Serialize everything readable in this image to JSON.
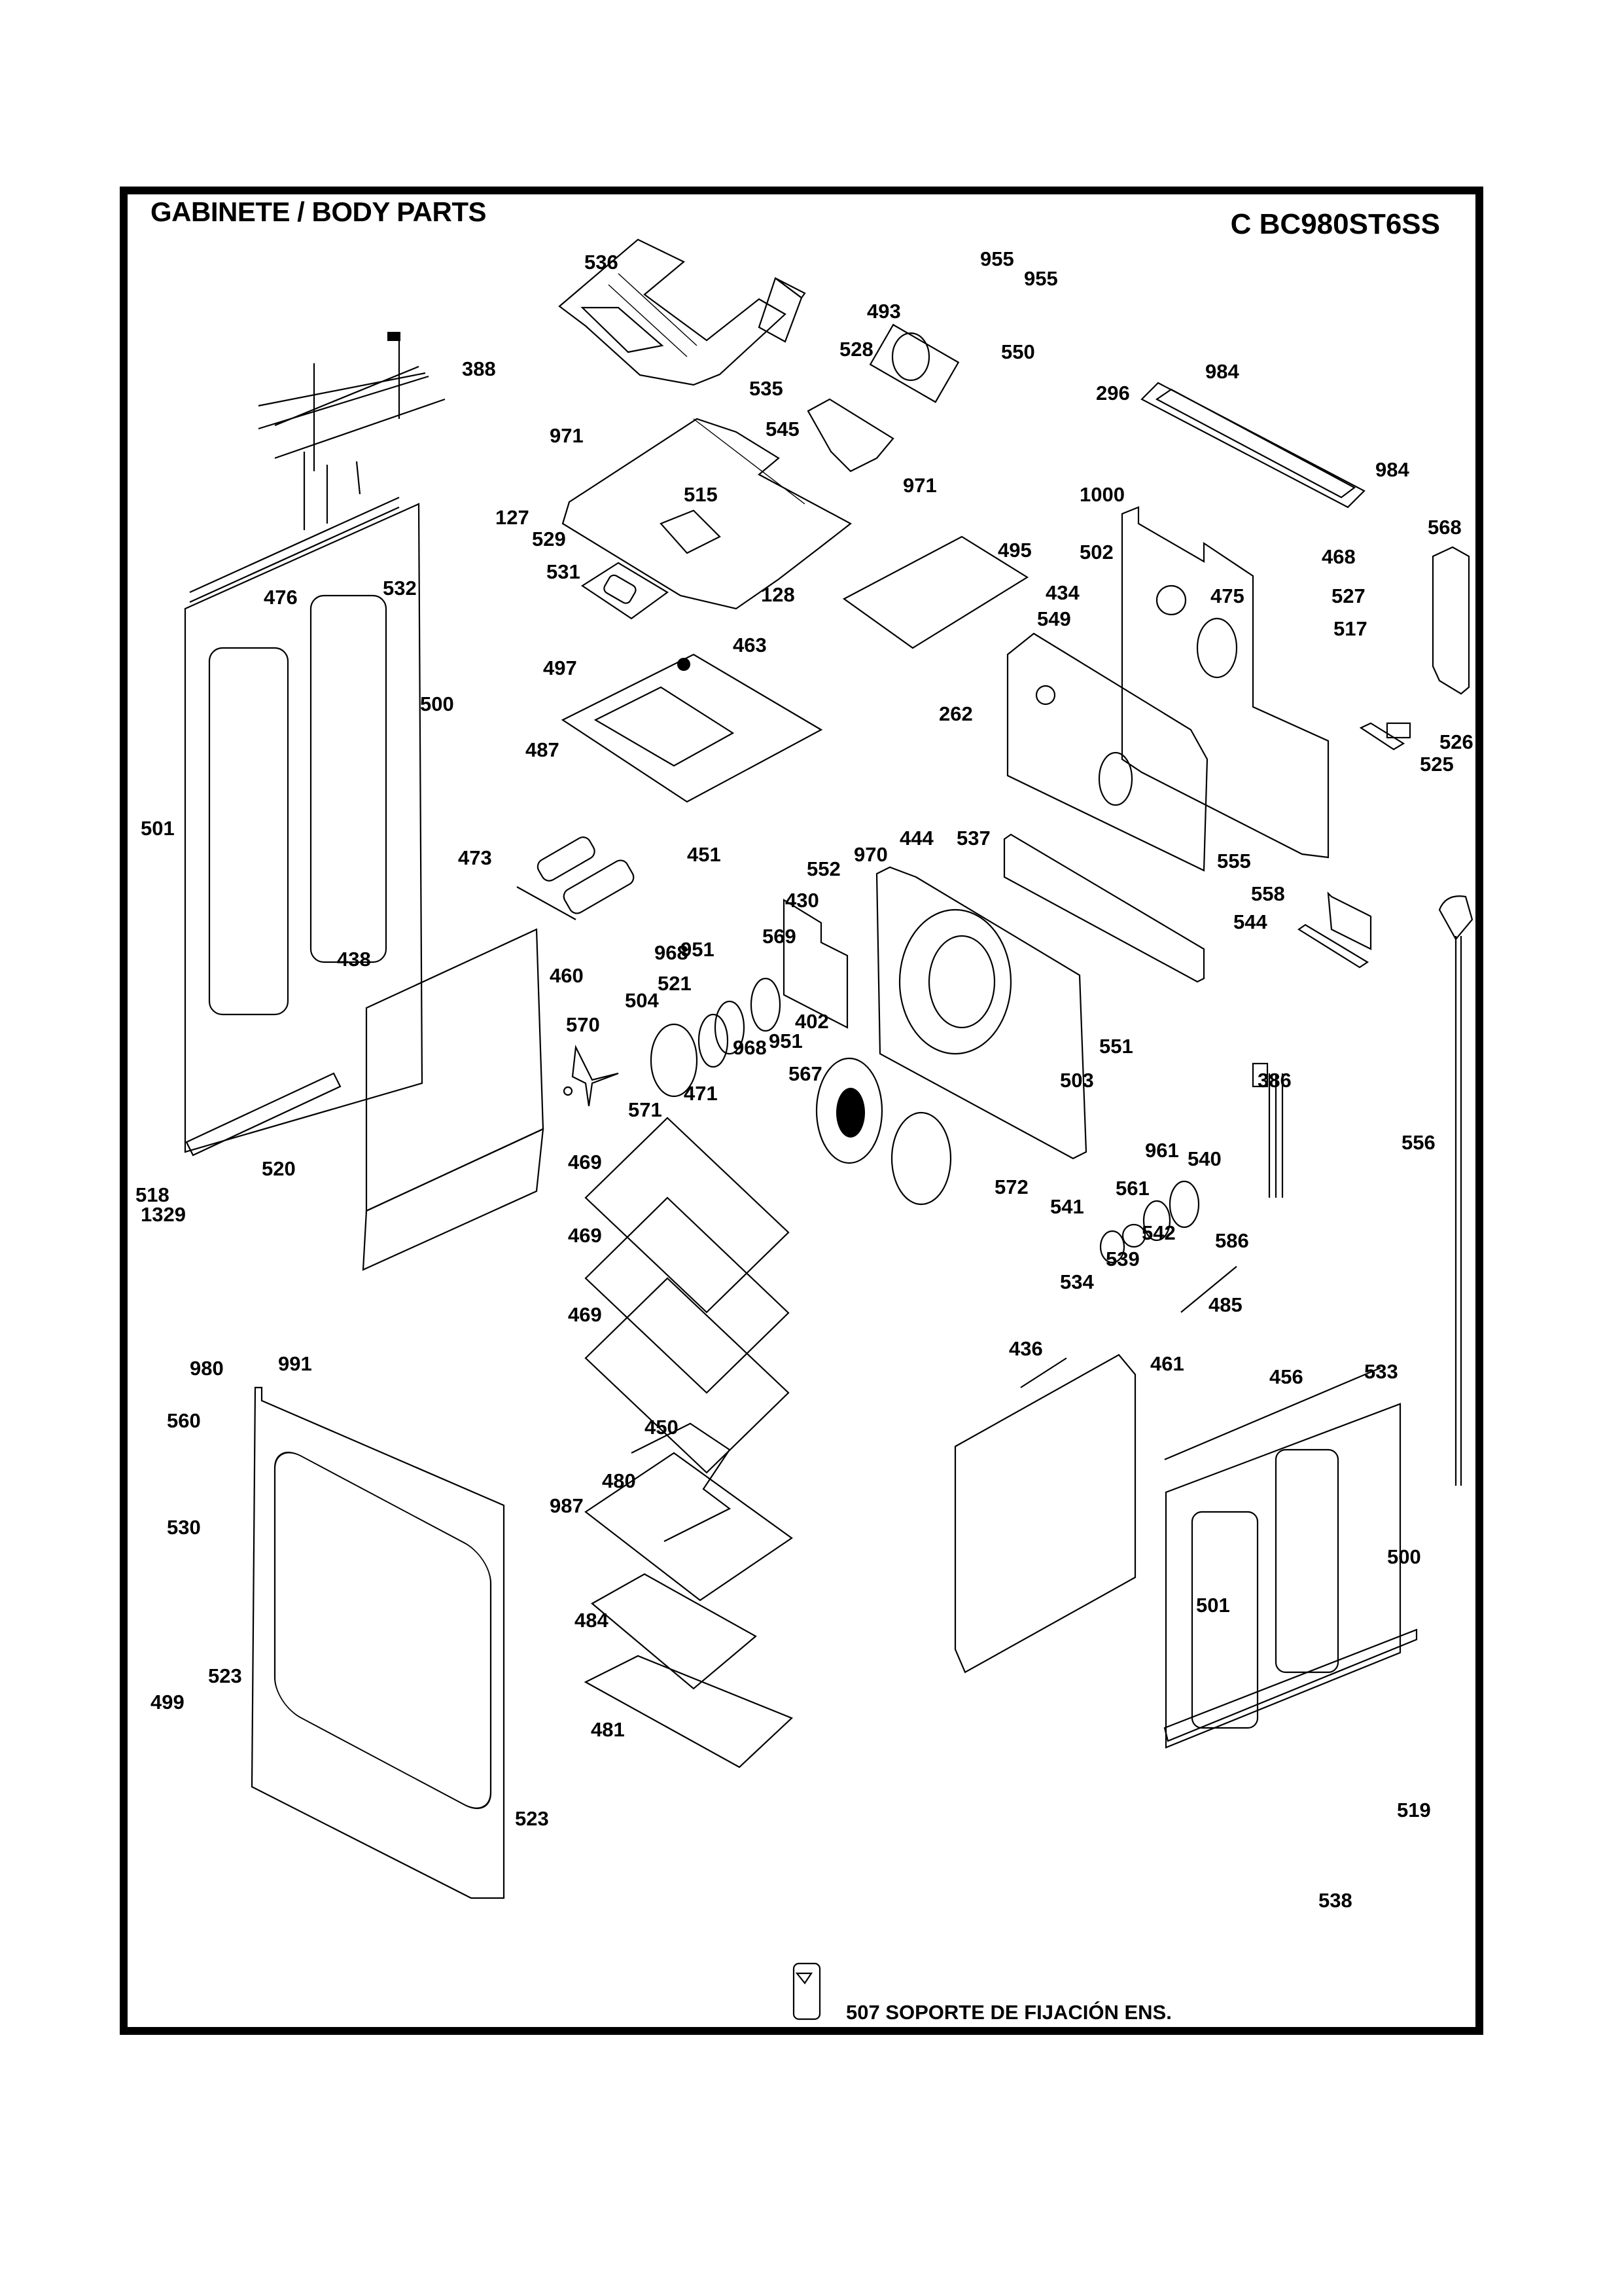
{
  "header": {
    "title": "GABINETE / BODY PARTS",
    "model": "C BC980ST6SS"
  },
  "footer_note": {
    "part_number": "507",
    "label": "507  SOPORTE DE FIJACIÓN ENS."
  },
  "part_callouts": [
    {
      "id": "c536",
      "number": "536"
    },
    {
      "id": "c955a",
      "number": "955"
    },
    {
      "id": "c955b",
      "number": "955"
    },
    {
      "id": "c493",
      "number": "493"
    },
    {
      "id": "c550",
      "number": "550"
    },
    {
      "id": "c528",
      "number": "528"
    },
    {
      "id": "c388",
      "number": "388"
    },
    {
      "id": "c535",
      "number": "535"
    },
    {
      "id": "c545",
      "number": "545"
    },
    {
      "id": "c971a",
      "number": "971"
    },
    {
      "id": "c971b",
      "number": "971"
    },
    {
      "id": "c127",
      "number": "127"
    },
    {
      "id": "c515",
      "number": "515"
    },
    {
      "id": "c529",
      "number": "529"
    },
    {
      "id": "c531",
      "number": "531"
    },
    {
      "id": "c128",
      "number": "128"
    },
    {
      "id": "c495",
      "number": "495"
    },
    {
      "id": "c296",
      "number": "296"
    },
    {
      "id": "c984a",
      "number": "984"
    },
    {
      "id": "c984b",
      "number": "984"
    },
    {
      "id": "c1000",
      "number": "1000"
    },
    {
      "id": "c502",
      "number": "502"
    },
    {
      "id": "c568",
      "number": "568"
    },
    {
      "id": "c468",
      "number": "468"
    },
    {
      "id": "c434",
      "number": "434"
    },
    {
      "id": "c475",
      "number": "475"
    },
    {
      "id": "c527",
      "number": "527"
    },
    {
      "id": "c549",
      "number": "549"
    },
    {
      "id": "c517",
      "number": "517"
    },
    {
      "id": "c476",
      "number": "476"
    },
    {
      "id": "c532",
      "number": "532"
    },
    {
      "id": "c463",
      "number": "463"
    },
    {
      "id": "c497",
      "number": "497"
    },
    {
      "id": "c500a",
      "number": "500"
    },
    {
      "id": "c262",
      "number": "262"
    },
    {
      "id": "c526",
      "number": "526"
    },
    {
      "id": "c525",
      "number": "525"
    },
    {
      "id": "c487",
      "number": "487"
    },
    {
      "id": "c501a",
      "number": "501"
    },
    {
      "id": "c473",
      "number": "473"
    },
    {
      "id": "c451",
      "number": "451"
    },
    {
      "id": "c970",
      "number": "970"
    },
    {
      "id": "c444",
      "number": "444"
    },
    {
      "id": "c537",
      "number": "537"
    },
    {
      "id": "c552",
      "number": "552"
    },
    {
      "id": "c555",
      "number": "555"
    },
    {
      "id": "c430",
      "number": "430"
    },
    {
      "id": "c558",
      "number": "558"
    },
    {
      "id": "c544",
      "number": "544"
    },
    {
      "id": "c968a",
      "number": "968"
    },
    {
      "id": "c951a",
      "number": "951"
    },
    {
      "id": "c569",
      "number": "569"
    },
    {
      "id": "c438",
      "number": "438"
    },
    {
      "id": "c460",
      "number": "460"
    },
    {
      "id": "c521",
      "number": "521"
    },
    {
      "id": "c504",
      "number": "504"
    },
    {
      "id": "c402",
      "number": "402"
    },
    {
      "id": "c570",
      "number": "570"
    },
    {
      "id": "c968b",
      "number": "968"
    },
    {
      "id": "c951b",
      "number": "951"
    },
    {
      "id": "c551",
      "number": "551"
    },
    {
      "id": "c471",
      "number": "471"
    },
    {
      "id": "c567",
      "number": "567"
    },
    {
      "id": "c503",
      "number": "503"
    },
    {
      "id": "c386",
      "number": "386"
    },
    {
      "id": "c571",
      "number": "571"
    },
    {
      "id": "c961",
      "number": "961"
    },
    {
      "id": "c540",
      "number": "540"
    },
    {
      "id": "c556",
      "number": "556"
    },
    {
      "id": "c469a",
      "number": "469"
    },
    {
      "id": "c572",
      "number": "572"
    },
    {
      "id": "c561",
      "number": "561"
    },
    {
      "id": "c518",
      "number": "518"
    },
    {
      "id": "c520",
      "number": "520"
    },
    {
      "id": "c1329",
      "number": "1329"
    },
    {
      "id": "c541",
      "number": "541"
    },
    {
      "id": "c542",
      "number": "542"
    },
    {
      "id": "c469b",
      "number": "469"
    },
    {
      "id": "c539",
      "number": "539"
    },
    {
      "id": "c586",
      "number": "586"
    },
    {
      "id": "c534",
      "number": "534"
    },
    {
      "id": "c469c",
      "number": "469"
    },
    {
      "id": "c485",
      "number": "485"
    },
    {
      "id": "c436",
      "number": "436"
    },
    {
      "id": "c980",
      "number": "980"
    },
    {
      "id": "c991",
      "number": "991"
    },
    {
      "id": "c461",
      "number": "461"
    },
    {
      "id": "c456",
      "number": "456"
    },
    {
      "id": "c533",
      "number": "533"
    },
    {
      "id": "c560",
      "number": "560"
    },
    {
      "id": "c450",
      "number": "450"
    },
    {
      "id": "c480",
      "number": "480"
    },
    {
      "id": "c987",
      "number": "987"
    },
    {
      "id": "c530",
      "number": "530"
    },
    {
      "id": "c500b",
      "number": "500"
    },
    {
      "id": "c501b",
      "number": "501"
    },
    {
      "id": "c484",
      "number": "484"
    },
    {
      "id": "c523a",
      "number": "523"
    },
    {
      "id": "c499",
      "number": "499"
    },
    {
      "id": "c481",
      "number": "481"
    },
    {
      "id": "c523b",
      "number": "523"
    },
    {
      "id": "c519",
      "number": "519"
    },
    {
      "id": "c538",
      "number": "538"
    }
  ]
}
